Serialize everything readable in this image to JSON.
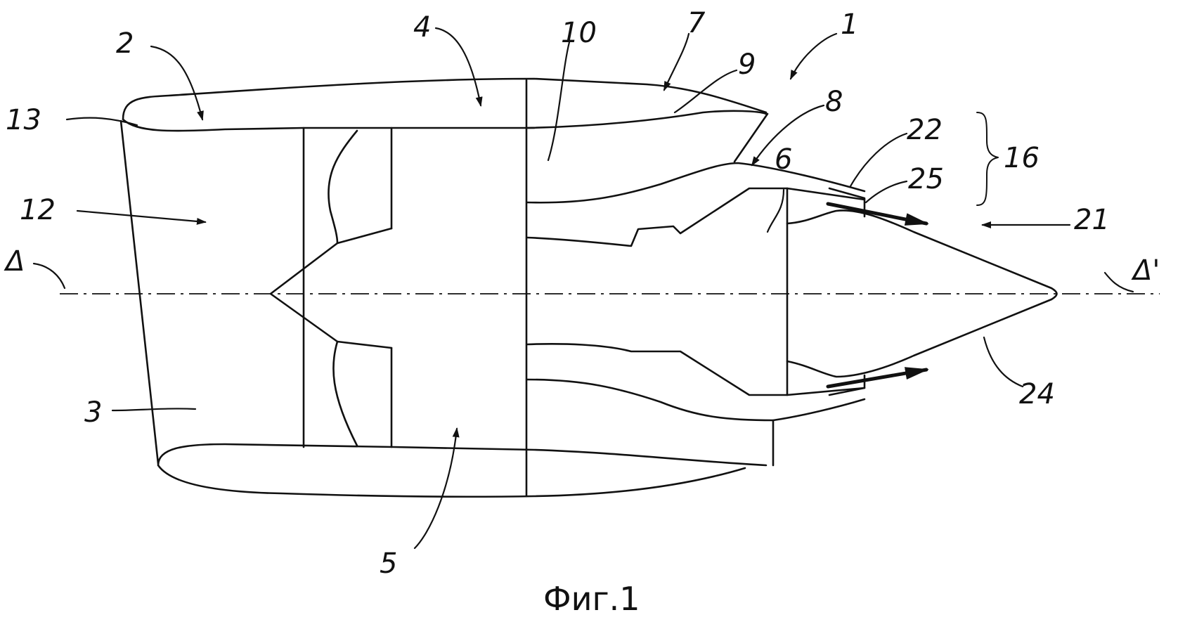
{
  "figure": {
    "caption": "Фиг.1",
    "axis_labels": {
      "left": "Δ",
      "right": "Δ'"
    },
    "reference_labels": {
      "r1": "1",
      "r2": "2",
      "r3": "3",
      "r4": "4",
      "r5": "5",
      "r6": "6",
      "r7": "7",
      "r8": "8",
      "r9": "9",
      "r10": "10",
      "r12": "12",
      "r13": "13",
      "r16": "16",
      "r21": "21",
      "r22": "22",
      "r24": "24",
      "r25": "25"
    }
  }
}
